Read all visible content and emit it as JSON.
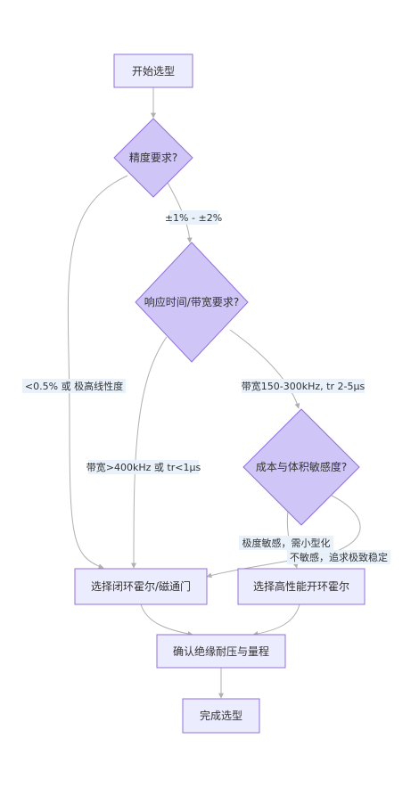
{
  "colors": {
    "node_fill": "#ECECFF",
    "node_stroke": "#9370DB",
    "diamond_fill": "#CFC6F7",
    "edge": "#B0B0B0",
    "label_bg": "#E8F1FB"
  },
  "nodes": {
    "start": "开始选型",
    "precision": "精度要求?",
    "response": "响应时间/带宽要求?",
    "cost": "成本与体积敏感度?",
    "closed_loop": "选择闭环霍尔/磁通门",
    "open_loop": "选择高性能开环霍尔",
    "confirm": "确认绝缘耐压与量程",
    "done": "完成选型"
  },
  "edge_labels": {
    "precision_mid": "±1% - ±2%",
    "precision_high": "<0.5% 或 极高线性度",
    "bandwidth_high": "带宽>400kHz 或 tr<1μs",
    "bandwidth_mid": "带宽150-300kHz, tr 2-5μs",
    "cost_sensitive": "极度敏感，需小型化",
    "cost_insensitive": "不敏感，追求极致稳定"
  }
}
